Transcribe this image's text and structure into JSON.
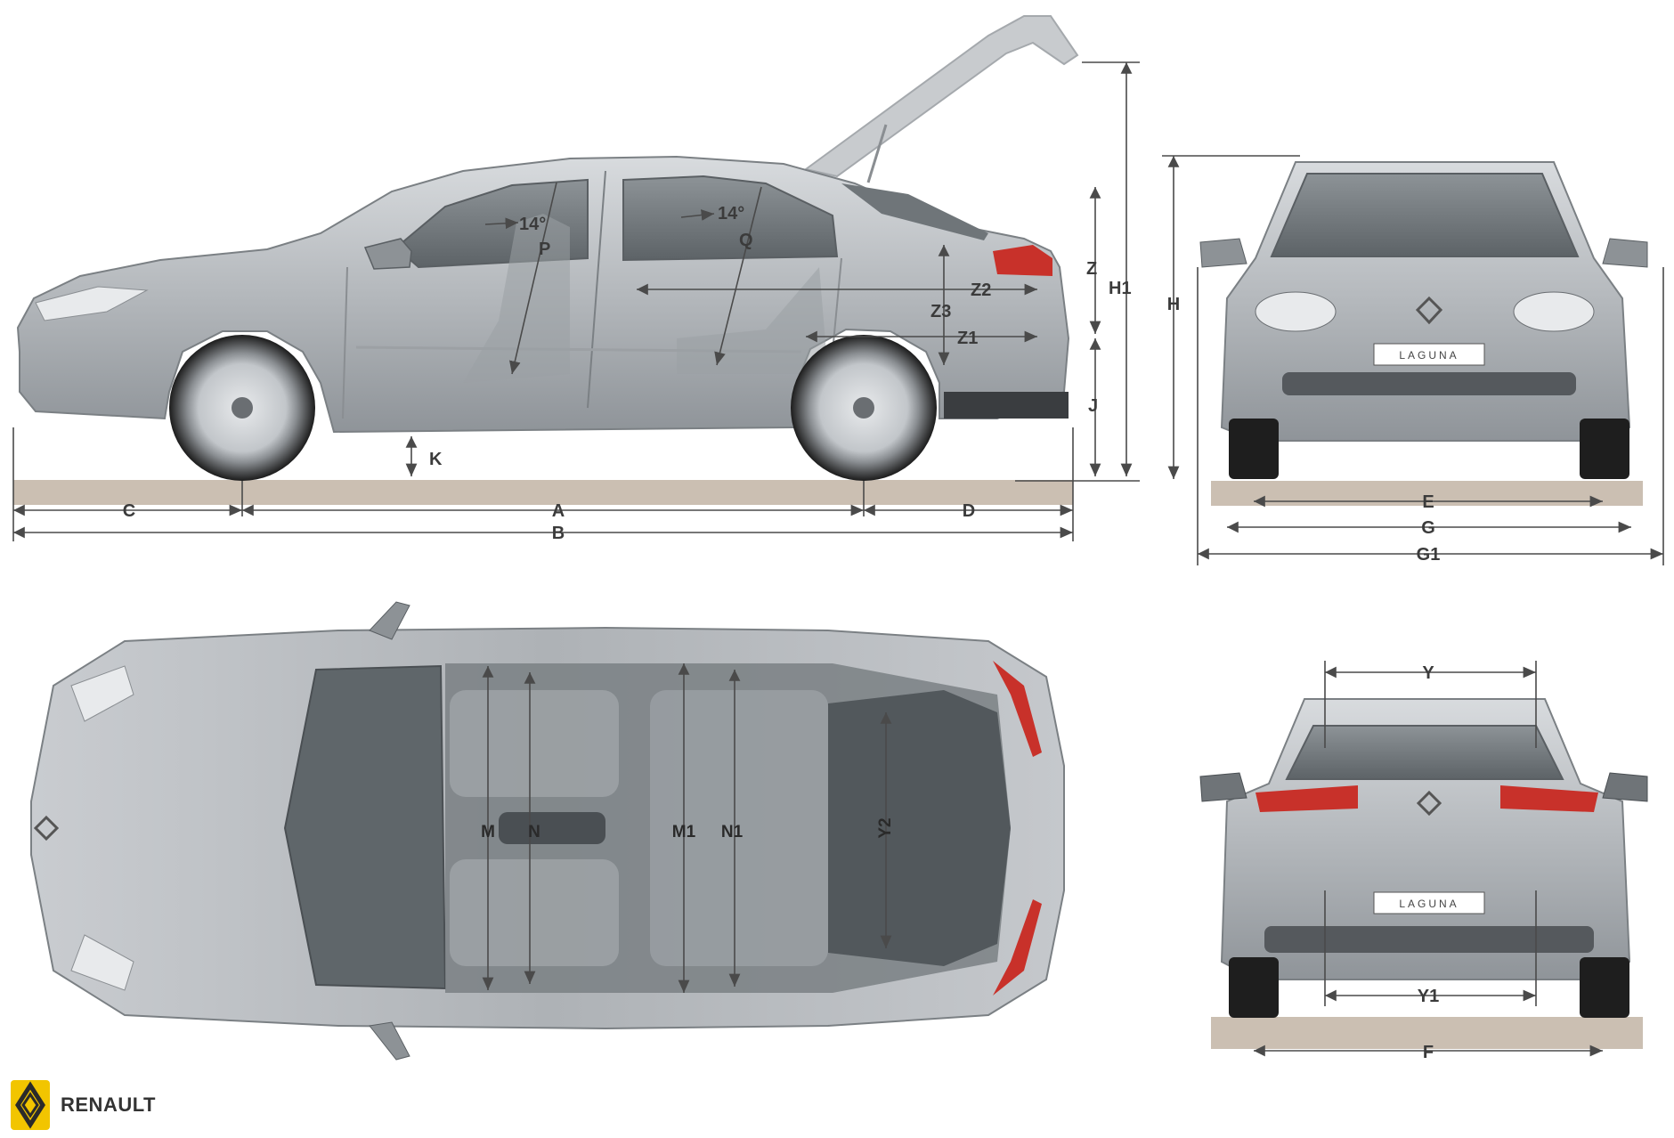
{
  "brand": {
    "name": "RENAULT",
    "colors": {
      "logo_yellow": "#f2c500",
      "ground": "#cbbfb2",
      "body": "#b8bcc0",
      "glass": "#6d7478",
      "taillight": "#c8312a"
    }
  },
  "side_view": {
    "labels": {
      "C": "C",
      "A": "A",
      "D": "D",
      "B": "B",
      "K": "K",
      "J": "J",
      "Z": "Z",
      "H1": "H1",
      "Z1": "Z1",
      "Z2": "Z2",
      "Z3": "Z3",
      "P": "P",
      "Q": "Q",
      "angle_front": "14°",
      "angle_rear": "14°"
    }
  },
  "front_view": {
    "labels": {
      "H": "H",
      "E": "E",
      "G": "G",
      "G1": "G1"
    },
    "badge": "LAGUNA"
  },
  "top_view": {
    "labels": {
      "M": "M",
      "N": "N",
      "M1": "M1",
      "N1": "N1",
      "Y2": "Y2"
    }
  },
  "rear_view": {
    "labels": {
      "Y": "Y",
      "Y1": "Y1",
      "F": "F"
    },
    "badge": "LAGUNA"
  }
}
